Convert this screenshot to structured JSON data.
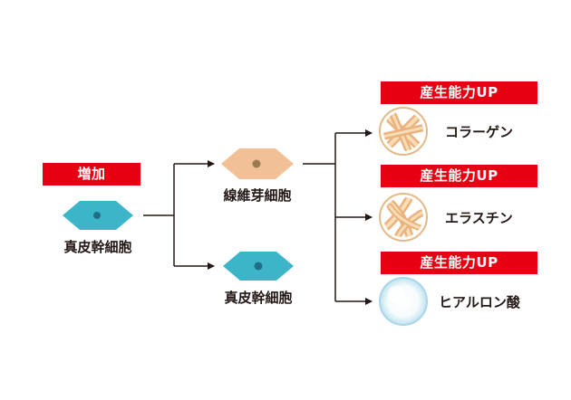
{
  "badges": {
    "increase": "増加",
    "production_up_1": "産生能力UP",
    "production_up_2": "産生能力UP",
    "production_up_3": "産生能力UP"
  },
  "cells": {
    "source_label": "真皮幹細胞",
    "fibroblast_label": "線維芽細胞",
    "stem_label": "真皮幹細胞"
  },
  "products": {
    "collagen": "コラーゲン",
    "elastin": "エラスチン",
    "hyaluronic_acid": "ヒアルロン酸"
  },
  "colors": {
    "badge_red": "#e60012",
    "stem_cell_cyan": "#3cb5c9",
    "fibroblast_peach": "#f2c096",
    "line_dark": "#231815"
  }
}
